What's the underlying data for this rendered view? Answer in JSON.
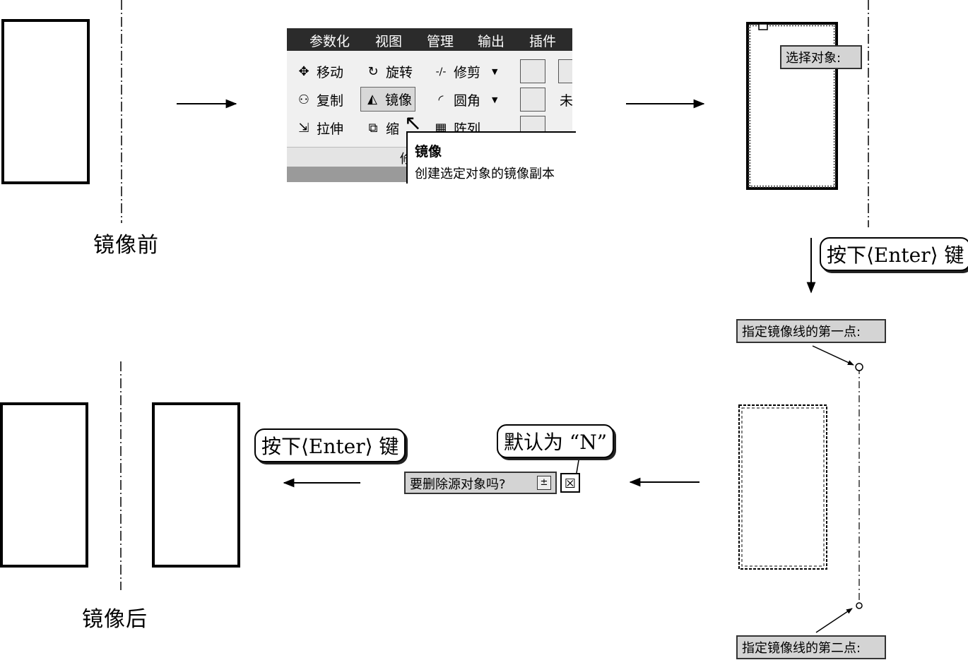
{
  "labels": {
    "before": "镜像前",
    "after": "镜像后"
  },
  "ribbon": {
    "tabs": [
      "参数化",
      "视图",
      "管理",
      "输出",
      "插件"
    ],
    "tools": {
      "move": "移动",
      "rotate": "旋转",
      "trim": "修剪",
      "copy": "复制",
      "mirror": "镜像",
      "fillet": "圆角",
      "stretch": "拉伸",
      "scale": "缩",
      "array": "阵列",
      "panel_partial": "修",
      "partial_right_1": "未"
    }
  },
  "tooltip": {
    "title": "镜像",
    "description": "创建选定对象的镜像副本"
  },
  "prompts": {
    "select_objects": "选择对象:",
    "first_point": "指定镜像线的第一点:",
    "second_point": "指定镜像线的第二点:",
    "delete_source": "要删除源对象吗?",
    "dropdown_glyph": "±",
    "checkbox_glyph": "☒"
  },
  "callouts": {
    "press_enter_1": "按下⟨Enter⟩ 键",
    "press_enter_2": "按下⟨Enter⟩ 键",
    "default_n": "默认为 “N”"
  },
  "icons": {
    "move": "✥",
    "rotate": "↻",
    "trim": "-/-",
    "copy": "⚇",
    "mirror": "◭",
    "fillet": "◜",
    "stretch": "⇲",
    "scale": "⧉",
    "array": "▦",
    "cursor": "↖"
  }
}
